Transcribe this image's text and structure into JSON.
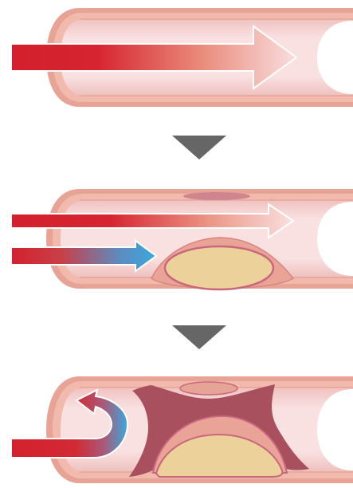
{
  "panels": [
    {
      "name": "healthy-artery",
      "state": "normal flow"
    },
    {
      "name": "partially-narrowed-artery",
      "state": "plaque, restricted flow"
    },
    {
      "name": "blocked-artery",
      "state": "clot, flow blocked"
    }
  ],
  "colors": {
    "vessel_outer": "#e8a397",
    "vessel_wall": "#f2b9ad",
    "vessel_lumen": "#f9dfe0",
    "vessel_shade": "#efc3c0",
    "vessel_opening": "#ffffff",
    "plaque_fill": "#ecd29a",
    "plaque_border": "#c9677e",
    "clot": "#a9505e",
    "arrow_red": "#d4202e",
    "arrow_blue": "#3aa8dc",
    "divider": "#666666"
  },
  "icons": [
    "flow-arrow-icon",
    "reduced-flow-arrow-icon",
    "blocked-flow-arrow-icon",
    "down-triangle-icon"
  ]
}
